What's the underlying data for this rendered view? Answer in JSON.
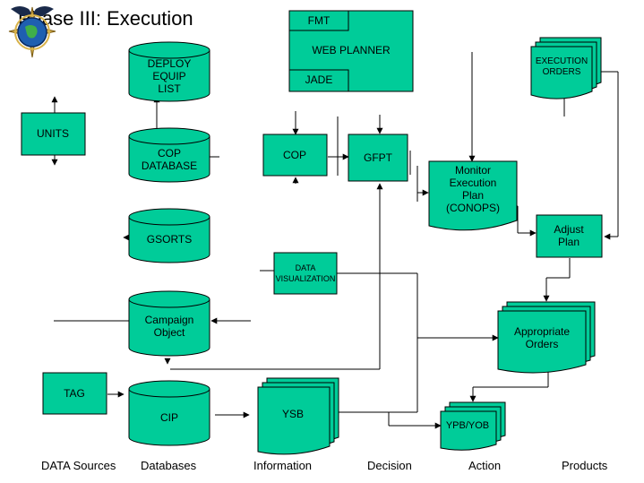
{
  "title": "Phase III:  Execution",
  "colors": {
    "fill": "#00cc99",
    "stroke": "#000000",
    "background": "#ffffff",
    "text": "#000000"
  },
  "nodes": {
    "fmt": "FMT",
    "web_planner": "WEB PLANNER",
    "jade": "JADE",
    "execution_orders": [
      "EXECUTION",
      "ORDERS"
    ],
    "units": "UNITS",
    "deploy_equip_list": [
      "DEPLOY",
      "EQUIP",
      "LIST"
    ],
    "cop_database": [
      "COP",
      "DATABASE"
    ],
    "gsorts": "GSORTS",
    "campaign_object": [
      "Campaign",
      "Object"
    ],
    "cip": "CIP",
    "tag": "TAG",
    "cop": "COP",
    "gfpt": "GFPT",
    "monitor_execution_plan": [
      "Monitor",
      "Execution",
      "Plan",
      "(CONOPS)"
    ],
    "adjust_plan": [
      "Adjust",
      "Plan"
    ],
    "data_visualization": [
      "DATA",
      "VISUALIZATION"
    ],
    "appropriate_orders": [
      "Appropriate",
      "Orders"
    ],
    "ysb": "YSB",
    "ypb_yob": "YPB/YOB"
  },
  "columns": [
    "DATA Sources",
    "Databases",
    "Information",
    "Decision",
    "Action",
    "Products"
  ],
  "emblem": "emblem-icon"
}
